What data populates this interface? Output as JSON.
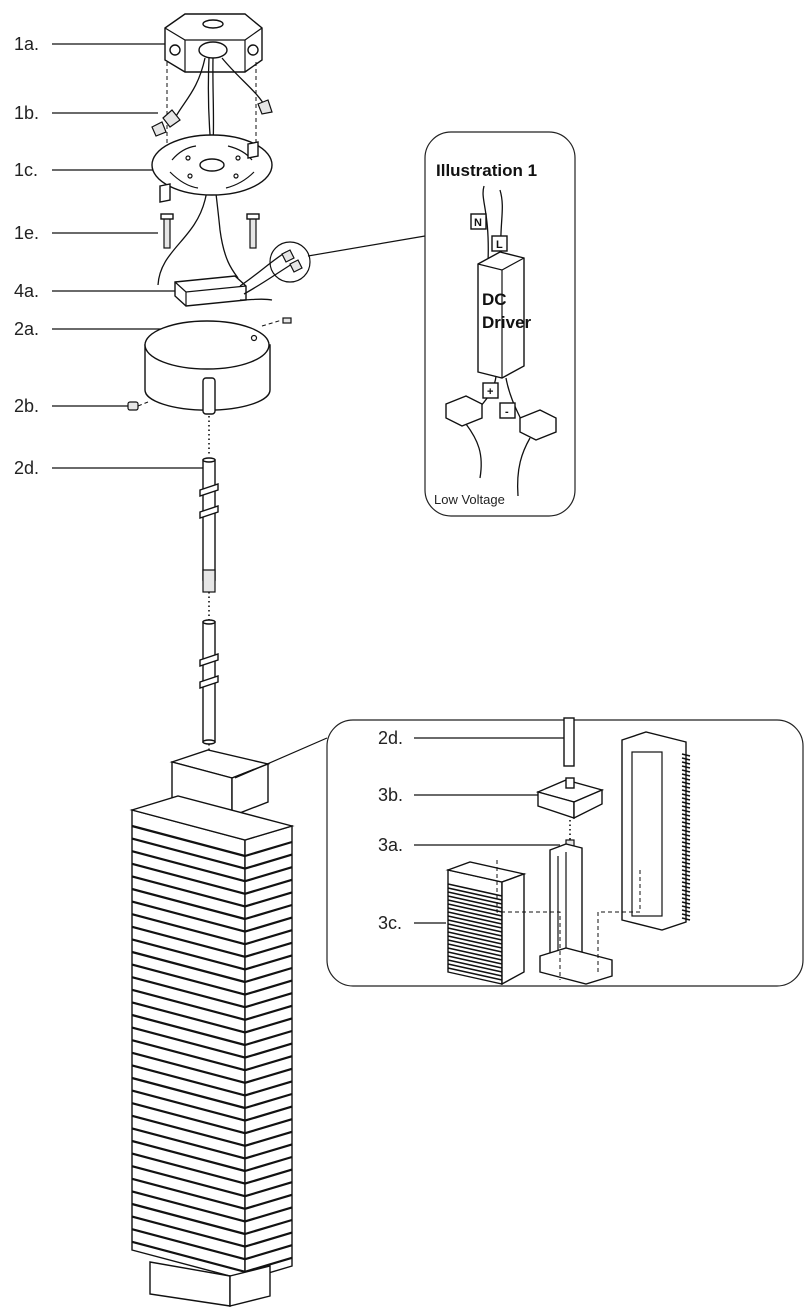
{
  "labels": {
    "a1": "1a.",
    "b1": "1b.",
    "c1": "1c.",
    "e1": "1e.",
    "a4": "4a.",
    "a2": "2a.",
    "b2": "2b.",
    "d2": "2d.",
    "d2_detail": "2d.",
    "b3": "3b.",
    "a3": "3a.",
    "c3": "3c."
  },
  "illustration": {
    "title": "Illustration 1",
    "driver_line1": "DC",
    "driver_line2": "Driver",
    "neutral_tag": "N",
    "live_tag": "L",
    "plus_tag": "+",
    "minus_tag": "-",
    "low_voltage": "Low Voltage"
  }
}
